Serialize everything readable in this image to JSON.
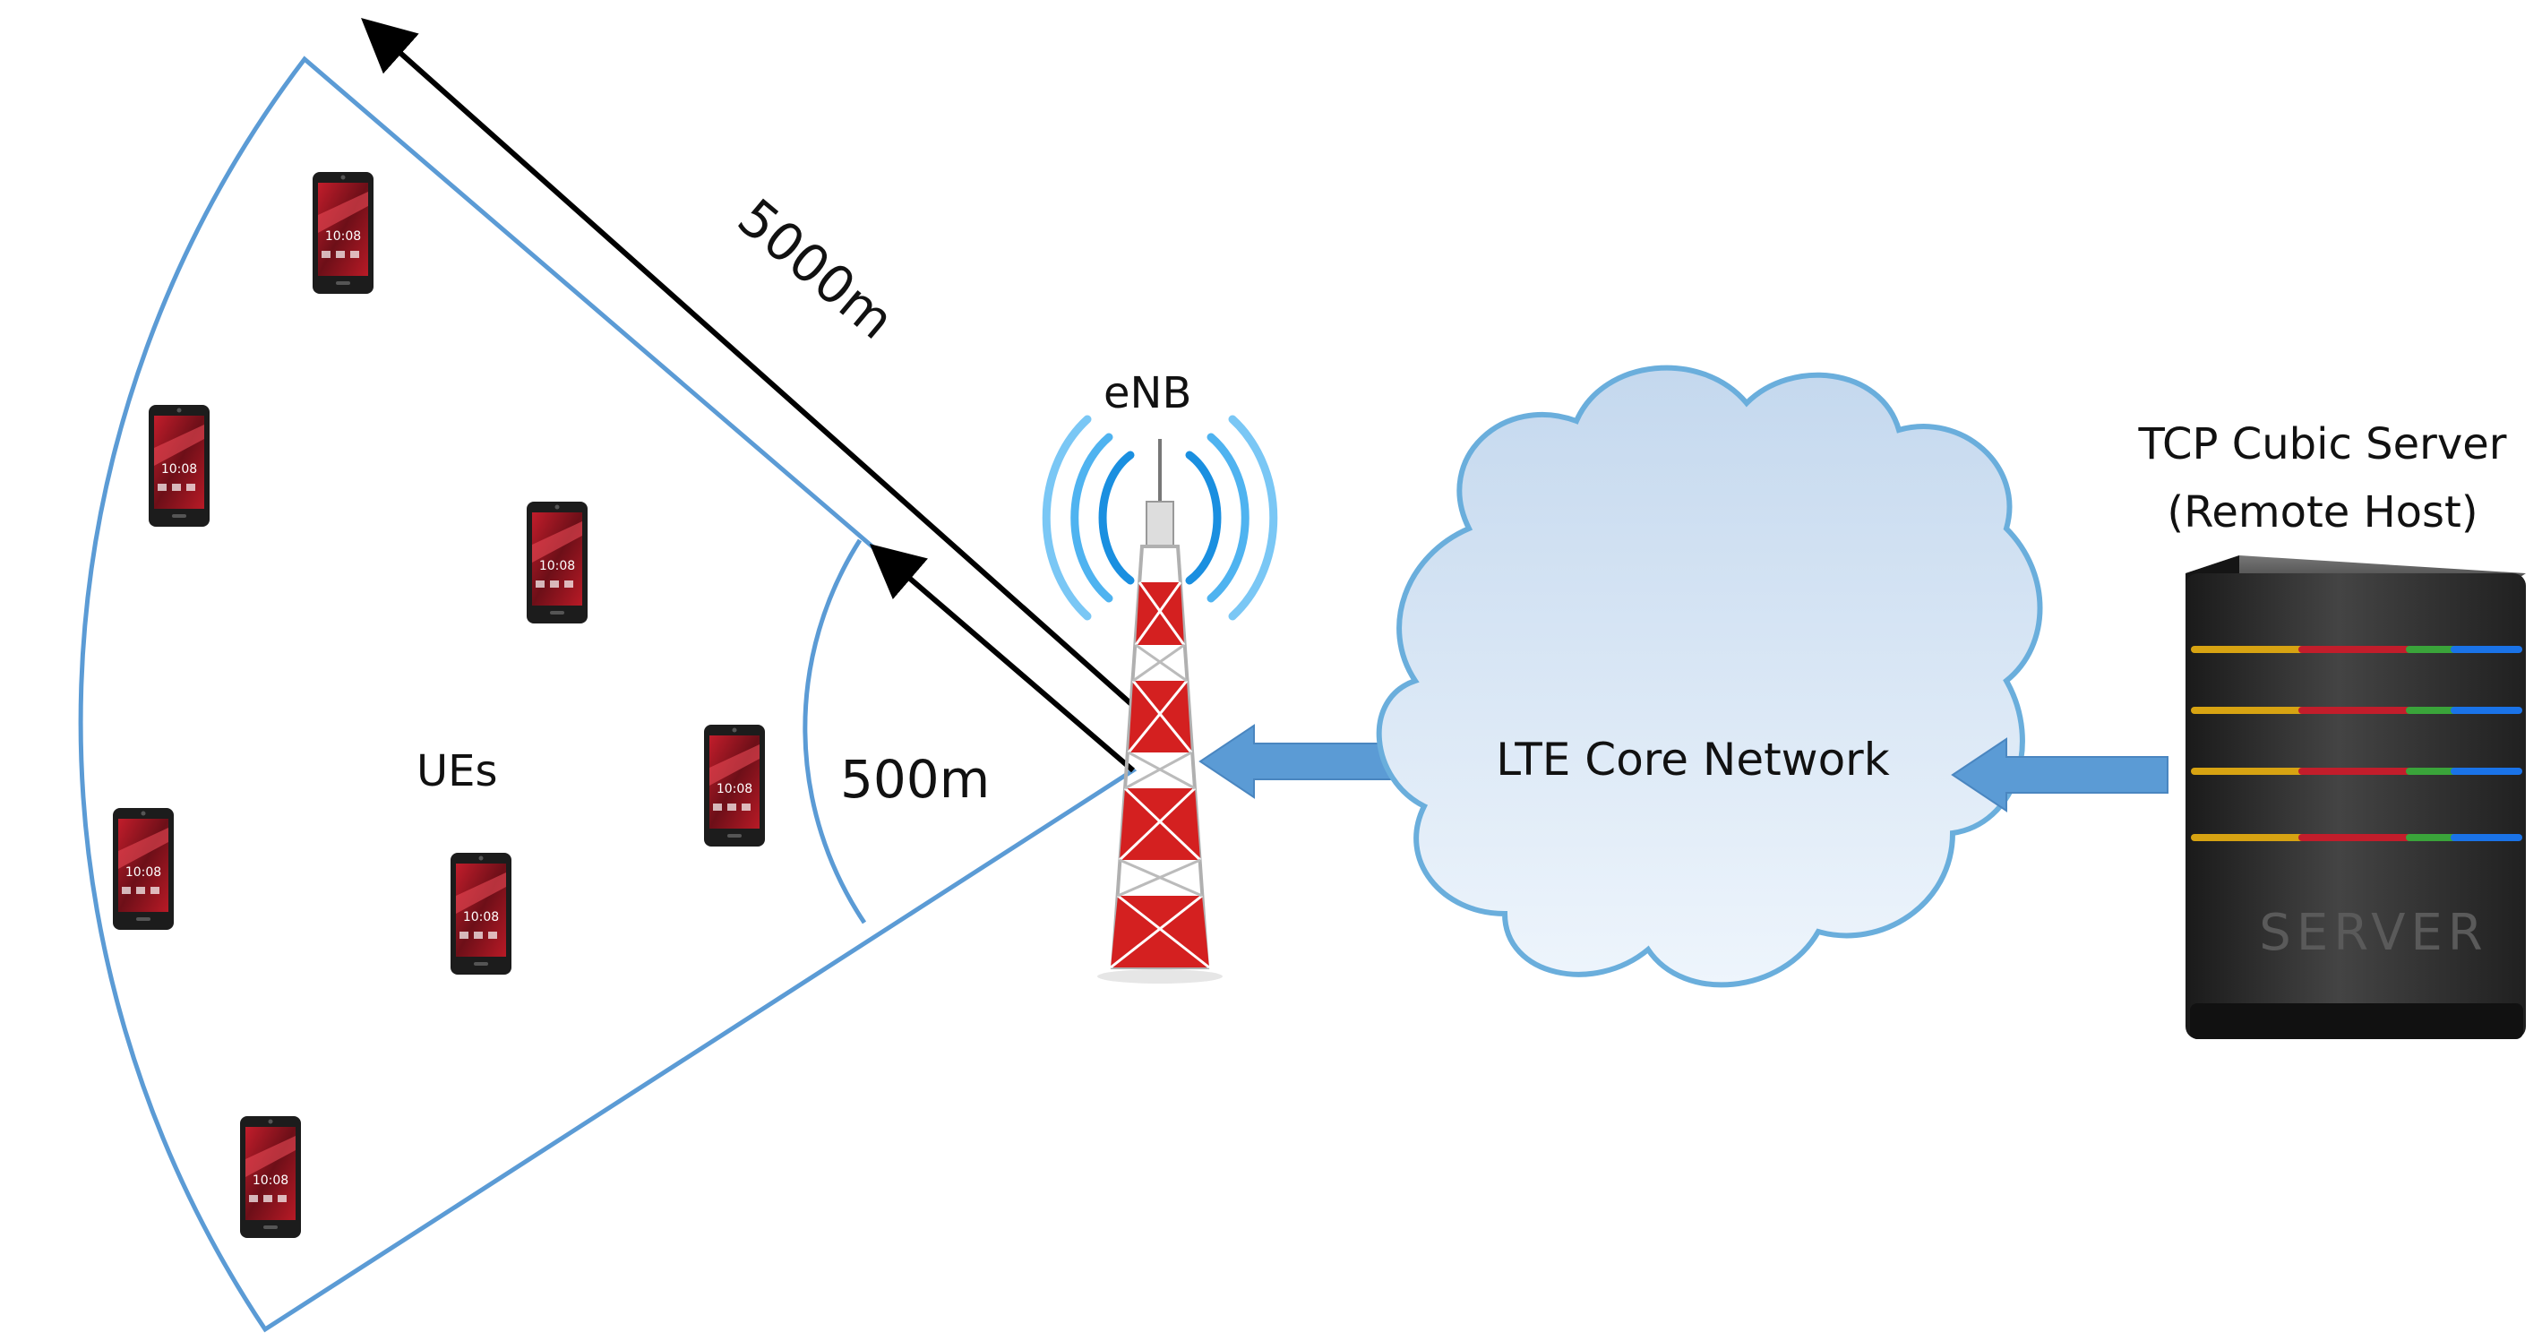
{
  "labels": {
    "long_range": "5000m",
    "short_range": "500m",
    "enb": "eNB",
    "ues": "UEs",
    "core_network": "LTE Core Network",
    "server_line1": "TCP Cubic Server",
    "server_line2": "(Remote Host)",
    "server_engraving": "SERVER"
  },
  "ue_count": 7,
  "colors": {
    "sector_line": "#5b9bd5",
    "arrow_black": "#000000",
    "link_arrow": "#5b9bd5",
    "cloud_fill": "#d6e6f5",
    "tower_red": "#d42020",
    "server_body": "#2a2a2a"
  },
  "icons": {
    "ue": "smartphone-icon",
    "enb": "cell-tower-icon",
    "server": "server-icon",
    "core": "cloud-icon"
  }
}
